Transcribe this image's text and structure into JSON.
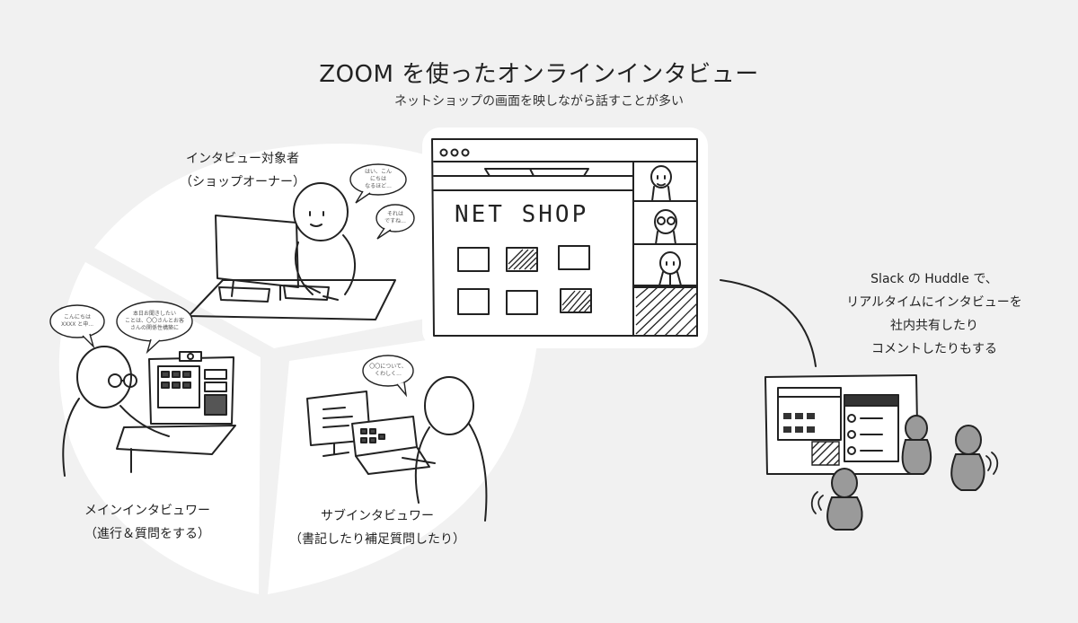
{
  "header": {
    "title": "ZOOM を使ったオンラインインタビュー",
    "subtitle": "ネットショップの画面を映しながら話すことが多い"
  },
  "interviewee": {
    "role": "インタビュー対象者",
    "role_detail": "（ショップオーナー）",
    "bubble_1": [
      "はい、こん",
      "にちは",
      "なるほど..."
    ],
    "bubble_2": [
      "それは",
      "ですね..."
    ]
  },
  "main_interviewer": {
    "role": "メインインタビュワー",
    "role_detail": "（進行＆質問をする）",
    "bubble_1": [
      "こんにちは",
      "XXXX と申..."
    ],
    "bubble_2": [
      "本日お聞きしたい",
      "ことは、〇〇さんとお客",
      "さんの関係性構築に"
    ]
  },
  "sub_interviewer": {
    "role": "サブインタビュワー",
    "role_detail": "（書記したり補足質問したり）",
    "bubble_1": [
      "〇〇について、",
      "くわしく..."
    ]
  },
  "zoom_screen": {
    "shop_label": "NET SHOP"
  },
  "slack_note": {
    "lines": [
      "Slack の Huddle で、",
      "リアルタイムにインタビューを",
      "社内共有したり",
      "コメントしたりもする"
    ]
  }
}
